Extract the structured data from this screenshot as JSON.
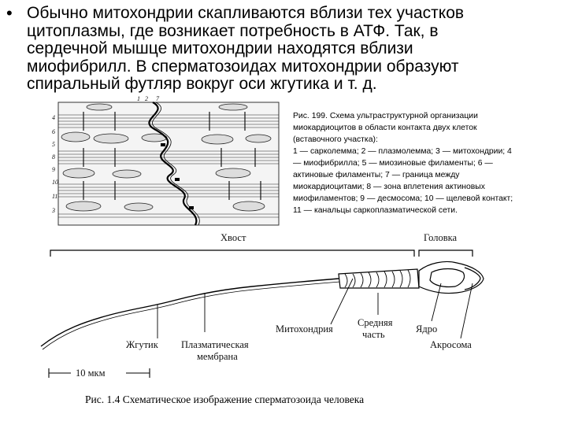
{
  "slide": {
    "bullet": {
      "marker": "•",
      "text": "Обычно митохондрии скапливаются вблизи тех участков\nцитоплазмы, где возникает потребность в АТФ. Так, в\nсердечной мышце митохондрии находятся вблизи\nмиофибрилл. В сперматозоидах митохондрии образуют\nспиральный футляр вокруг оси жгутика и т. д."
    },
    "figure1": {
      "caption": "Рис. 199. Схема ультраструктурной организации\nмиокардиоцитов в области контакта двух клеток\n(вставочного участка):\n1 — сарколемма; 2 — плазмолемма; 3 — митохондрии; 4\n— миофибрилла; 5 — миозиновые филаменты; 6 —\nактиновые филаменты; 7 — граница между\nмиокардиоцитами; 8 — зона вплетения актиновых\nмиофиламентов; 9 — десмосома; 10 — щелевой контакт;\n11 — канальцы саркоплазматической сети.",
      "numbers_top": [
        "1",
        "2",
        "7"
      ],
      "numbers_left": [
        "4",
        "6",
        "5",
        "8",
        "9",
        "10",
        "11",
        "3"
      ]
    },
    "figure2": {
      "label_tail": "Хвост",
      "label_head": "Головка",
      "label_mitochondria": "Митохондрия",
      "label_midpiece_1": "Средняя",
      "label_midpiece_2": "часть",
      "label_nucleus": "Ядро",
      "label_acrosome": "Акросома",
      "label_flagellum": "Жгутик",
      "label_membrane_1": "Плазматическая",
      "label_membrane_2": "мембрана",
      "scale_label": "10 мкм",
      "caption": "Рис. 1.4  Схематическое изображение сперматозоида человека"
    }
  }
}
